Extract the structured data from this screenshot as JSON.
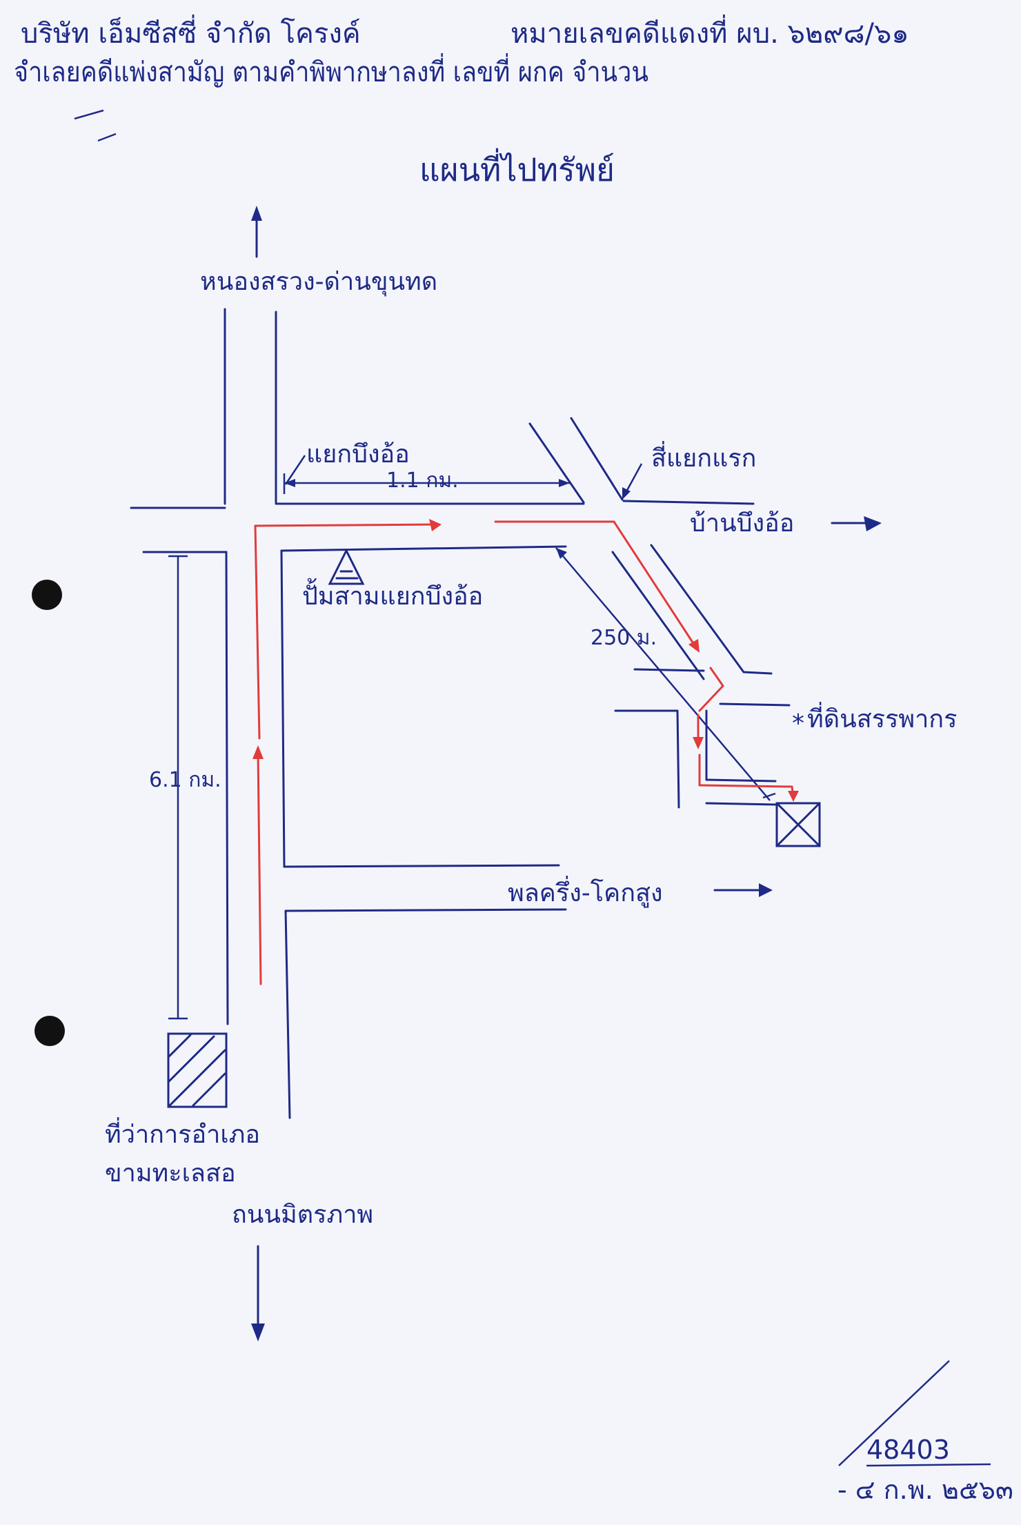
{
  "header": {
    "line1_left": "บริษัท เอ็มซีสซี่ จำกัด  โครงค์",
    "line1_right": "หมายเลขคดีแดงที่ ผบ. ๖๒๙๘/๖๑",
    "line2": "จำเลยคดีแพ่งสามัญ ตามคำพิพากษาลงที่ เลขที่ ผกค จำนวน"
  },
  "map": {
    "title": "แผนที่ไปทรัพย์",
    "labels": {
      "north_road": "หนองสรวง-ด่านขุนทด",
      "junction": "แยกบึงอ้อ",
      "four_way": "สี่แยกแรก",
      "village": "บ้านบึงอ้อ",
      "gas_station": "ปั้มสามแยกบึงอ้อ",
      "target": "ที่ดินสรรพากร",
      "east_road": "พลครึ่ง-โคกสูง",
      "district_office": "ที่ว่าการอำเภอ",
      "district_name": "ขามทะเลสอ",
      "south_road": "ถนนมิตรภาพ"
    },
    "distances": {
      "top": "1.1 กม.",
      "diagonal": "250 ม.",
      "vertical": "6.1 กม."
    },
    "colors": {
      "ink": "#1e2a86",
      "route": "#e23b3b"
    },
    "icons": [
      "north-arrow-icon",
      "east-arrow-icon",
      "south-arrow-icon",
      "gas-station-icon",
      "district-office-icon",
      "target-plot-icon"
    ]
  },
  "stamp": {
    "number": "48403",
    "date": "- ๔ ก.พ. ๒๕๖๓"
  }
}
